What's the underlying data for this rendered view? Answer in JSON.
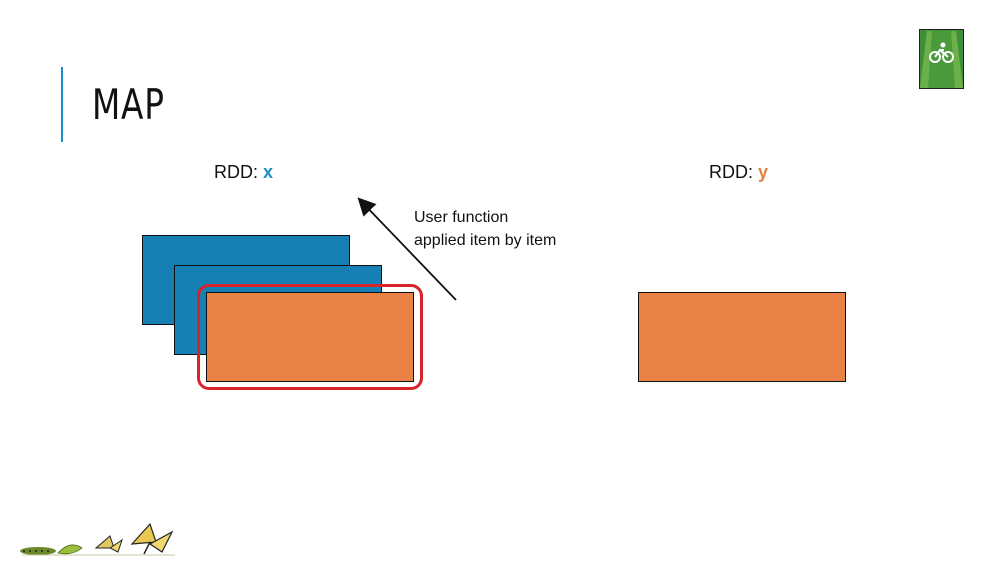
{
  "slide": {
    "title": "MAP",
    "rdd_x": {
      "prefix": "RDD: ",
      "var": "x",
      "var_color": "#1a8fc9"
    },
    "rdd_y": {
      "prefix": "RDD: ",
      "var": "y",
      "var_color": "#e8813f"
    },
    "annotation": {
      "line1": "User function",
      "line2": "applied item by item"
    },
    "colors": {
      "accent_bar": "#1a8fc9",
      "partition_blue": "#1680b4",
      "partition_orange": "#e88345",
      "highlight_red": "#d8232a"
    },
    "icons": [
      "bike-lane-logo-icon",
      "caterpillar-butterfly-icon"
    ]
  }
}
